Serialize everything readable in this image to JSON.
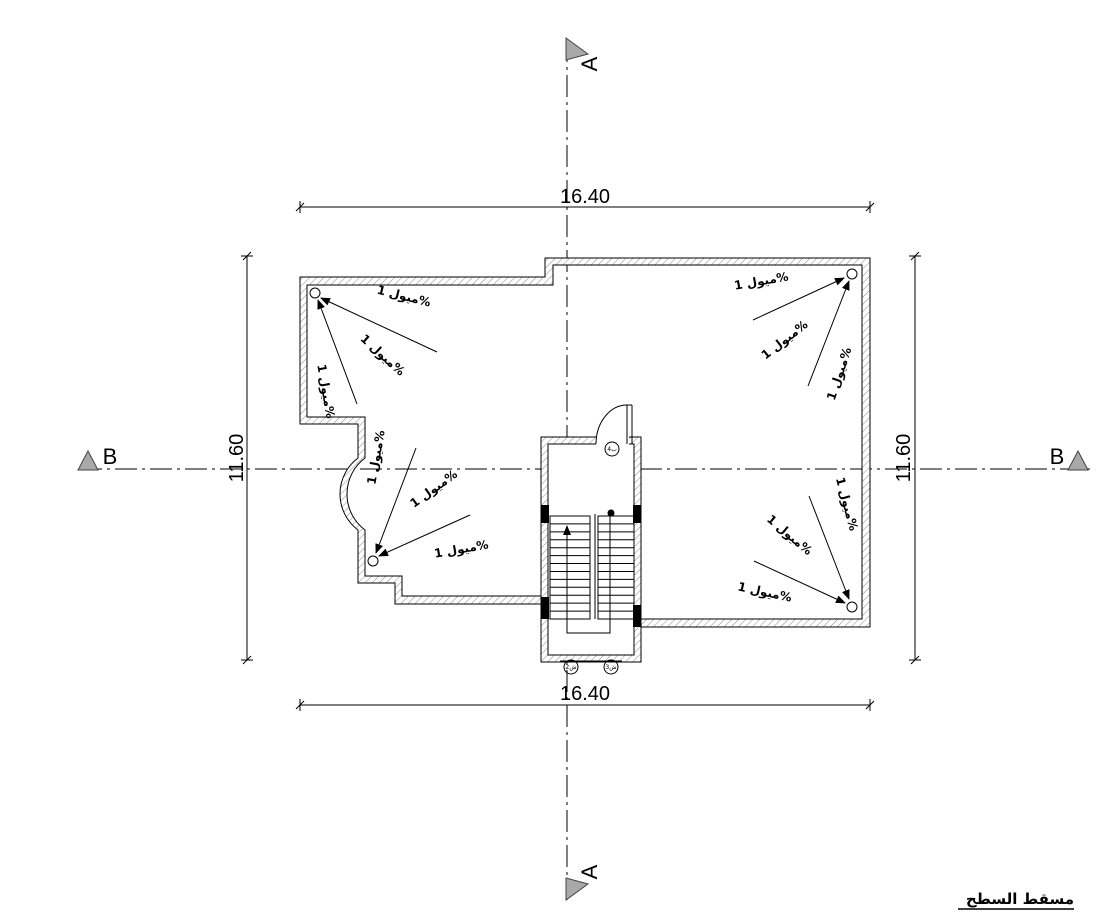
{
  "dimensions": {
    "top_width": "16.40",
    "bottom_width": "16.40",
    "left_height": "11.60",
    "right_height": "11.60"
  },
  "section_marks": {
    "a": "A",
    "b": "B"
  },
  "slope_label": "ميول 1%",
  "tags": {
    "door": "ب4",
    "window_left": "ش2",
    "window_right": "ش3"
  },
  "drawing_title": "مسقط السطح"
}
